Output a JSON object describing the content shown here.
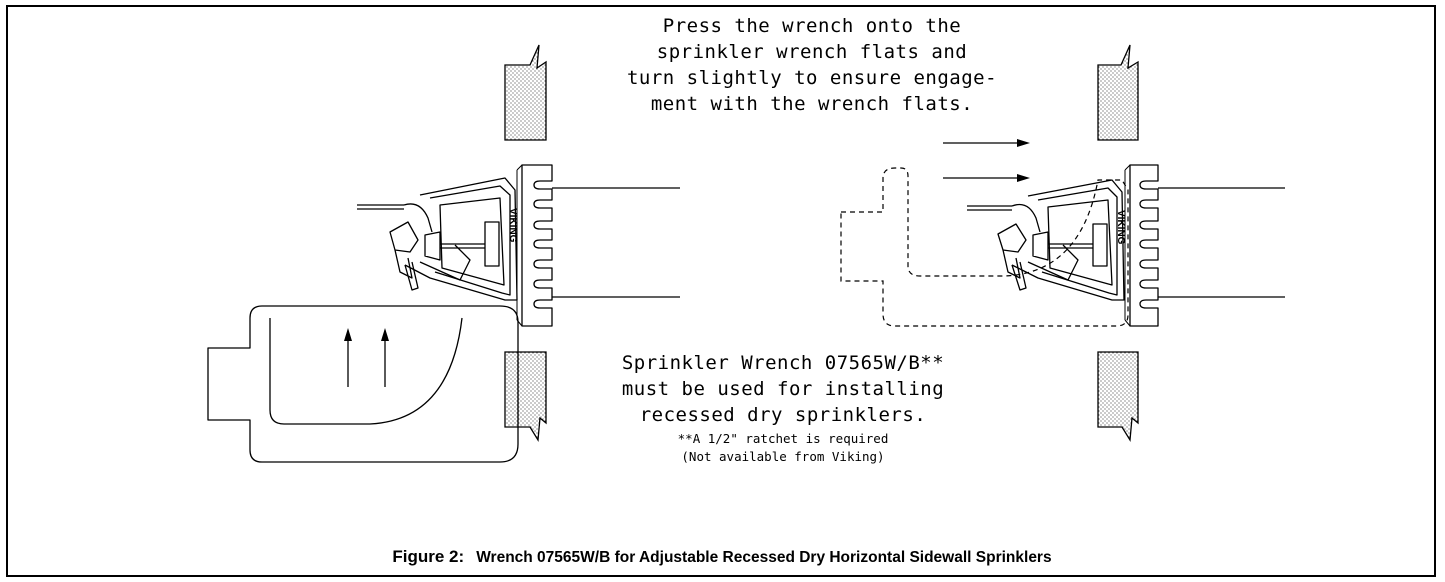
{
  "notes": {
    "press_instruction": [
      "Press the wrench onto the",
      "sprinkler wrench flats and",
      "turn slightly to ensure engage-",
      "ment with the wrench flats."
    ],
    "wrench_requirement": [
      "Sprinkler Wrench 07565W/B**",
      "must be used for installing",
      "recessed dry sprinklers."
    ],
    "ratchet_note": [
      "**A 1/2\" ratchet is required",
      "(Not available from Viking)"
    ]
  },
  "sprinkler_brand": "VIKING",
  "caption": {
    "label": "Figure 2:",
    "text": "Wrench 07565W/B for Adjustable Recessed Dry Horizontal Sidewall Sprinklers"
  }
}
